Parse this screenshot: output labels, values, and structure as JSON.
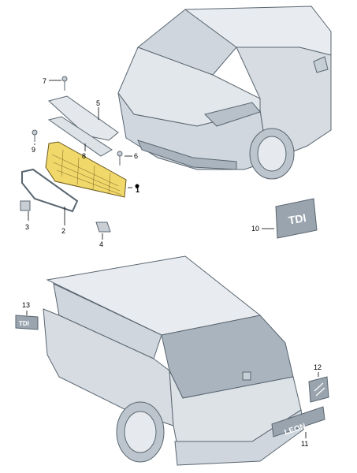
{
  "diagram": {
    "callouts": [
      {
        "id": "1",
        "label": "1"
      },
      {
        "id": "2",
        "label": "2"
      },
      {
        "id": "3",
        "label": "3"
      },
      {
        "id": "4",
        "label": "4"
      },
      {
        "id": "5",
        "label": "5"
      },
      {
        "id": "6",
        "label": "6"
      },
      {
        "id": "7",
        "label": "7"
      },
      {
        "id": "8",
        "label": "8"
      },
      {
        "id": "9",
        "label": "9"
      },
      {
        "id": "10",
        "label": "10"
      },
      {
        "id": "11",
        "label": "11"
      },
      {
        "id": "12",
        "label": "12"
      },
      {
        "id": "13",
        "label": "13"
      }
    ],
    "badges": {
      "tdi_front": "TDI",
      "tdi_side": "TDI",
      "leon": "LEON"
    },
    "colors": {
      "highlight_part": "#f1d86a",
      "outline": "#5a6670",
      "body_fill": "#dce1e7"
    }
  }
}
